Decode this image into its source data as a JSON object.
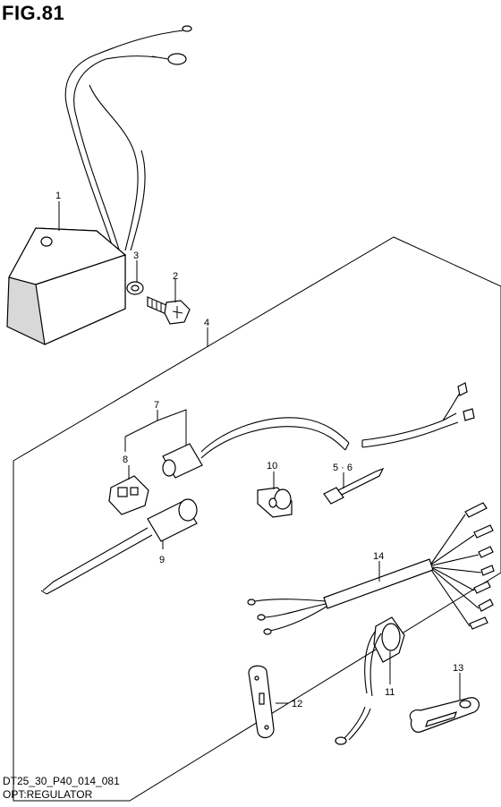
{
  "figure": {
    "title": "FIG.81"
  },
  "footer": {
    "code": "DT25_30_P40_014_081",
    "name": "OPT:REGULATOR"
  },
  "callouts": {
    "c1": "1",
    "c2": "2",
    "c3": "3",
    "c4": "4",
    "c5_6": "5 · 6",
    "c7": "7",
    "c8": "8",
    "c9": "9",
    "c10": "10",
    "c11": "11",
    "c12": "12",
    "c13": "13",
    "c14": "14"
  }
}
